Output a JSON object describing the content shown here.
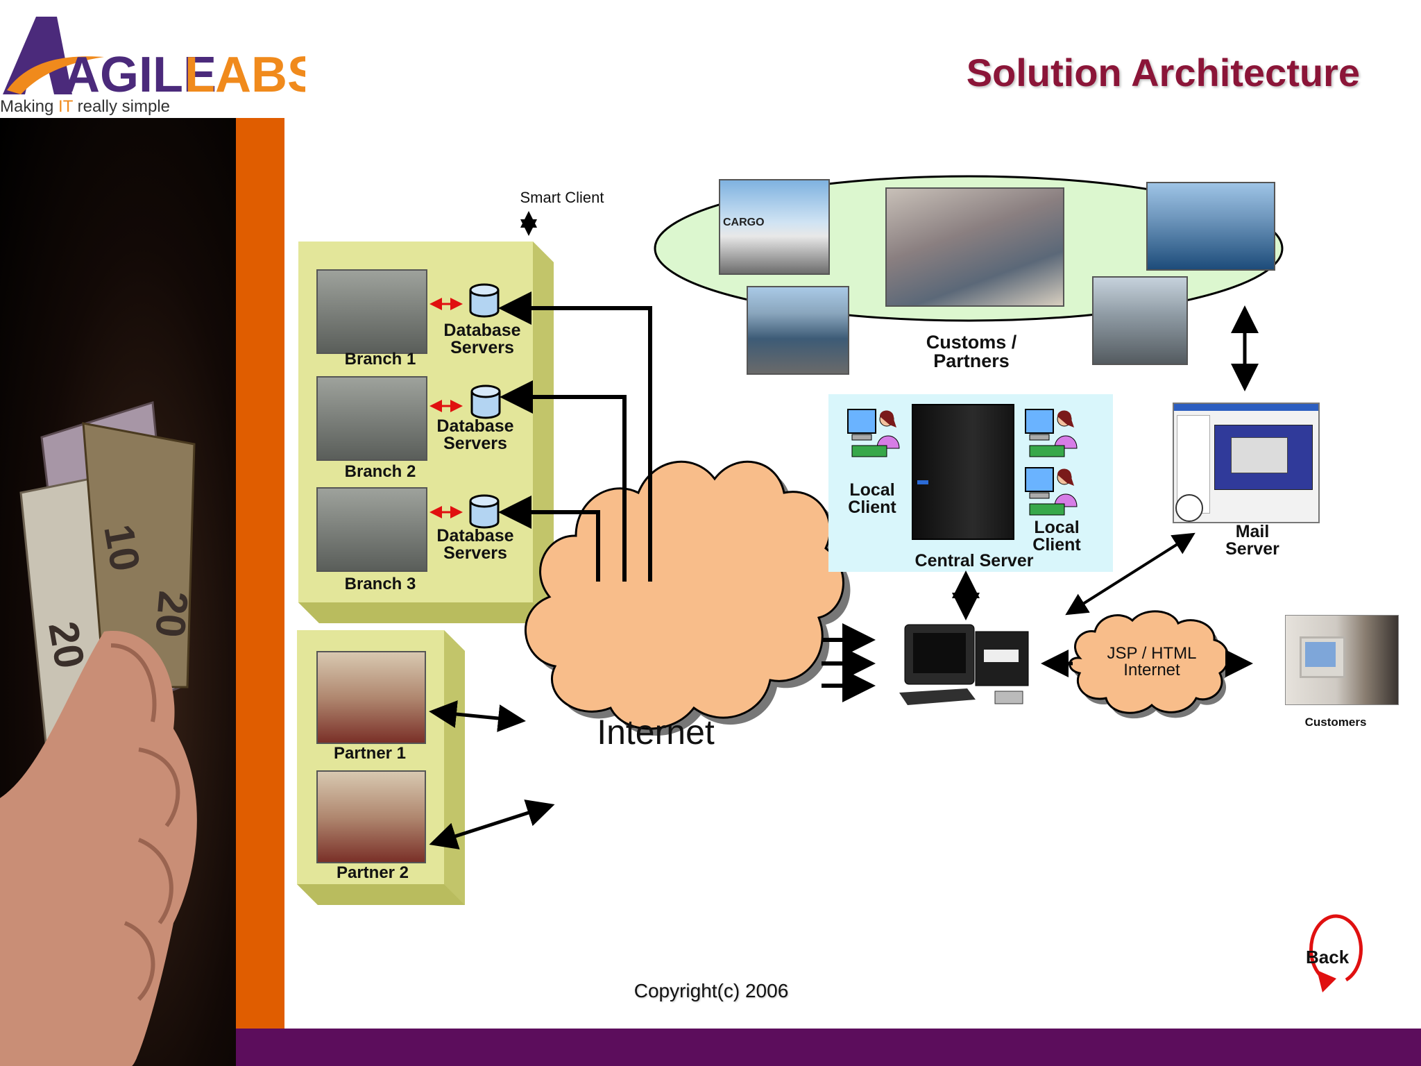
{
  "logo": {
    "agile": "AGILE",
    "labs": "LABS",
    "tagline_pre": "Making ",
    "tagline_it": "IT",
    "tagline_post": " really simple"
  },
  "title": "Solution Architecture",
  "smart_client": "Smart Client",
  "branches": [
    {
      "name": "Branch 1",
      "db": [
        "Database",
        "Servers"
      ]
    },
    {
      "name": "Branch 2",
      "db": [
        "Database",
        "Servers"
      ]
    },
    {
      "name": "Branch 3",
      "db": [
        "Database",
        "Servers"
      ]
    }
  ],
  "partners": [
    "Partner 1",
    "Partner 2"
  ],
  "internet": "Internet",
  "customs": [
    "Customs /",
    "Partners"
  ],
  "cargo_label": "CARGO",
  "local_client_1": [
    "Local",
    "Client"
  ],
  "local_client_2": [
    "Local",
    "Client"
  ],
  "central_server": "Central Server",
  "mail_server": [
    "Mail",
    "Server"
  ],
  "jsp": [
    "JSP / HTML",
    "Internet"
  ],
  "customers": "Customers",
  "back": "Back",
  "copyright": "Copyright(c) 2006",
  "colors": {
    "title": "#8b1538",
    "logo_purple": "#4b2a7b",
    "logo_orange": "#f08a1c",
    "orange_bar": "#e05d00",
    "footer": "#5c0d5c",
    "cloud": "#f8bd8a",
    "tray": "#e3e69a",
    "server_panel": "#d9f6fb"
  }
}
